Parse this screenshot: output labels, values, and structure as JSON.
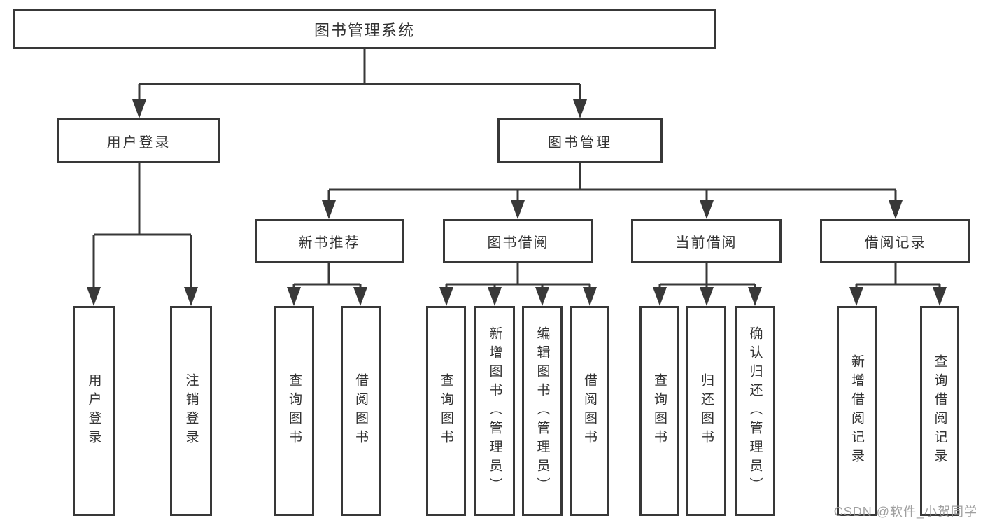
{
  "diagram": {
    "type": "hierarchy",
    "title": "图书管理系统",
    "nodes": {
      "root": "图书管理系统",
      "user_login": "用户登录",
      "book_mgmt": "图书管理",
      "new_book": "新书推荐",
      "book_borrow": "图书借阅",
      "cur_borrow": "当前借阅",
      "borrow_rec": "借阅记录",
      "ul_login": "用户登录",
      "ul_logout": "注销登录",
      "nb_query": "查询图书",
      "nb_borrow": "借阅图书",
      "bb_query": "查询图书",
      "bb_add": "新增图书（管理员）",
      "bb_edit": "编辑图书（管理员）",
      "bb_borrow": "借阅图书",
      "cb_query": "查询图书",
      "cb_return": "归还图书",
      "cb_confirm": "确认归还（管理员）",
      "br_add": "新增借阅记录",
      "br_query": "查询借阅记录"
    },
    "edges": [
      [
        "root",
        "user_login"
      ],
      [
        "root",
        "book_mgmt"
      ],
      [
        "user_login",
        "ul_login"
      ],
      [
        "user_login",
        "ul_logout"
      ],
      [
        "book_mgmt",
        "new_book"
      ],
      [
        "book_mgmt",
        "book_borrow"
      ],
      [
        "book_mgmt",
        "cur_borrow"
      ],
      [
        "book_mgmt",
        "borrow_rec"
      ],
      [
        "new_book",
        "nb_query"
      ],
      [
        "new_book",
        "nb_borrow"
      ],
      [
        "book_borrow",
        "bb_query"
      ],
      [
        "book_borrow",
        "bb_add"
      ],
      [
        "book_borrow",
        "bb_edit"
      ],
      [
        "book_borrow",
        "bb_borrow"
      ],
      [
        "cur_borrow",
        "cb_query"
      ],
      [
        "cur_borrow",
        "cb_return"
      ],
      [
        "cur_borrow",
        "cb_confirm"
      ],
      [
        "borrow_rec",
        "br_add"
      ],
      [
        "borrow_rec",
        "br_query"
      ]
    ]
  },
  "watermark": {
    "text": "CSDN @软件_小贺同学"
  },
  "colors": {
    "line": "#383838",
    "text": "#333333",
    "watermark": "#969696",
    "background": "#ffffff"
  }
}
